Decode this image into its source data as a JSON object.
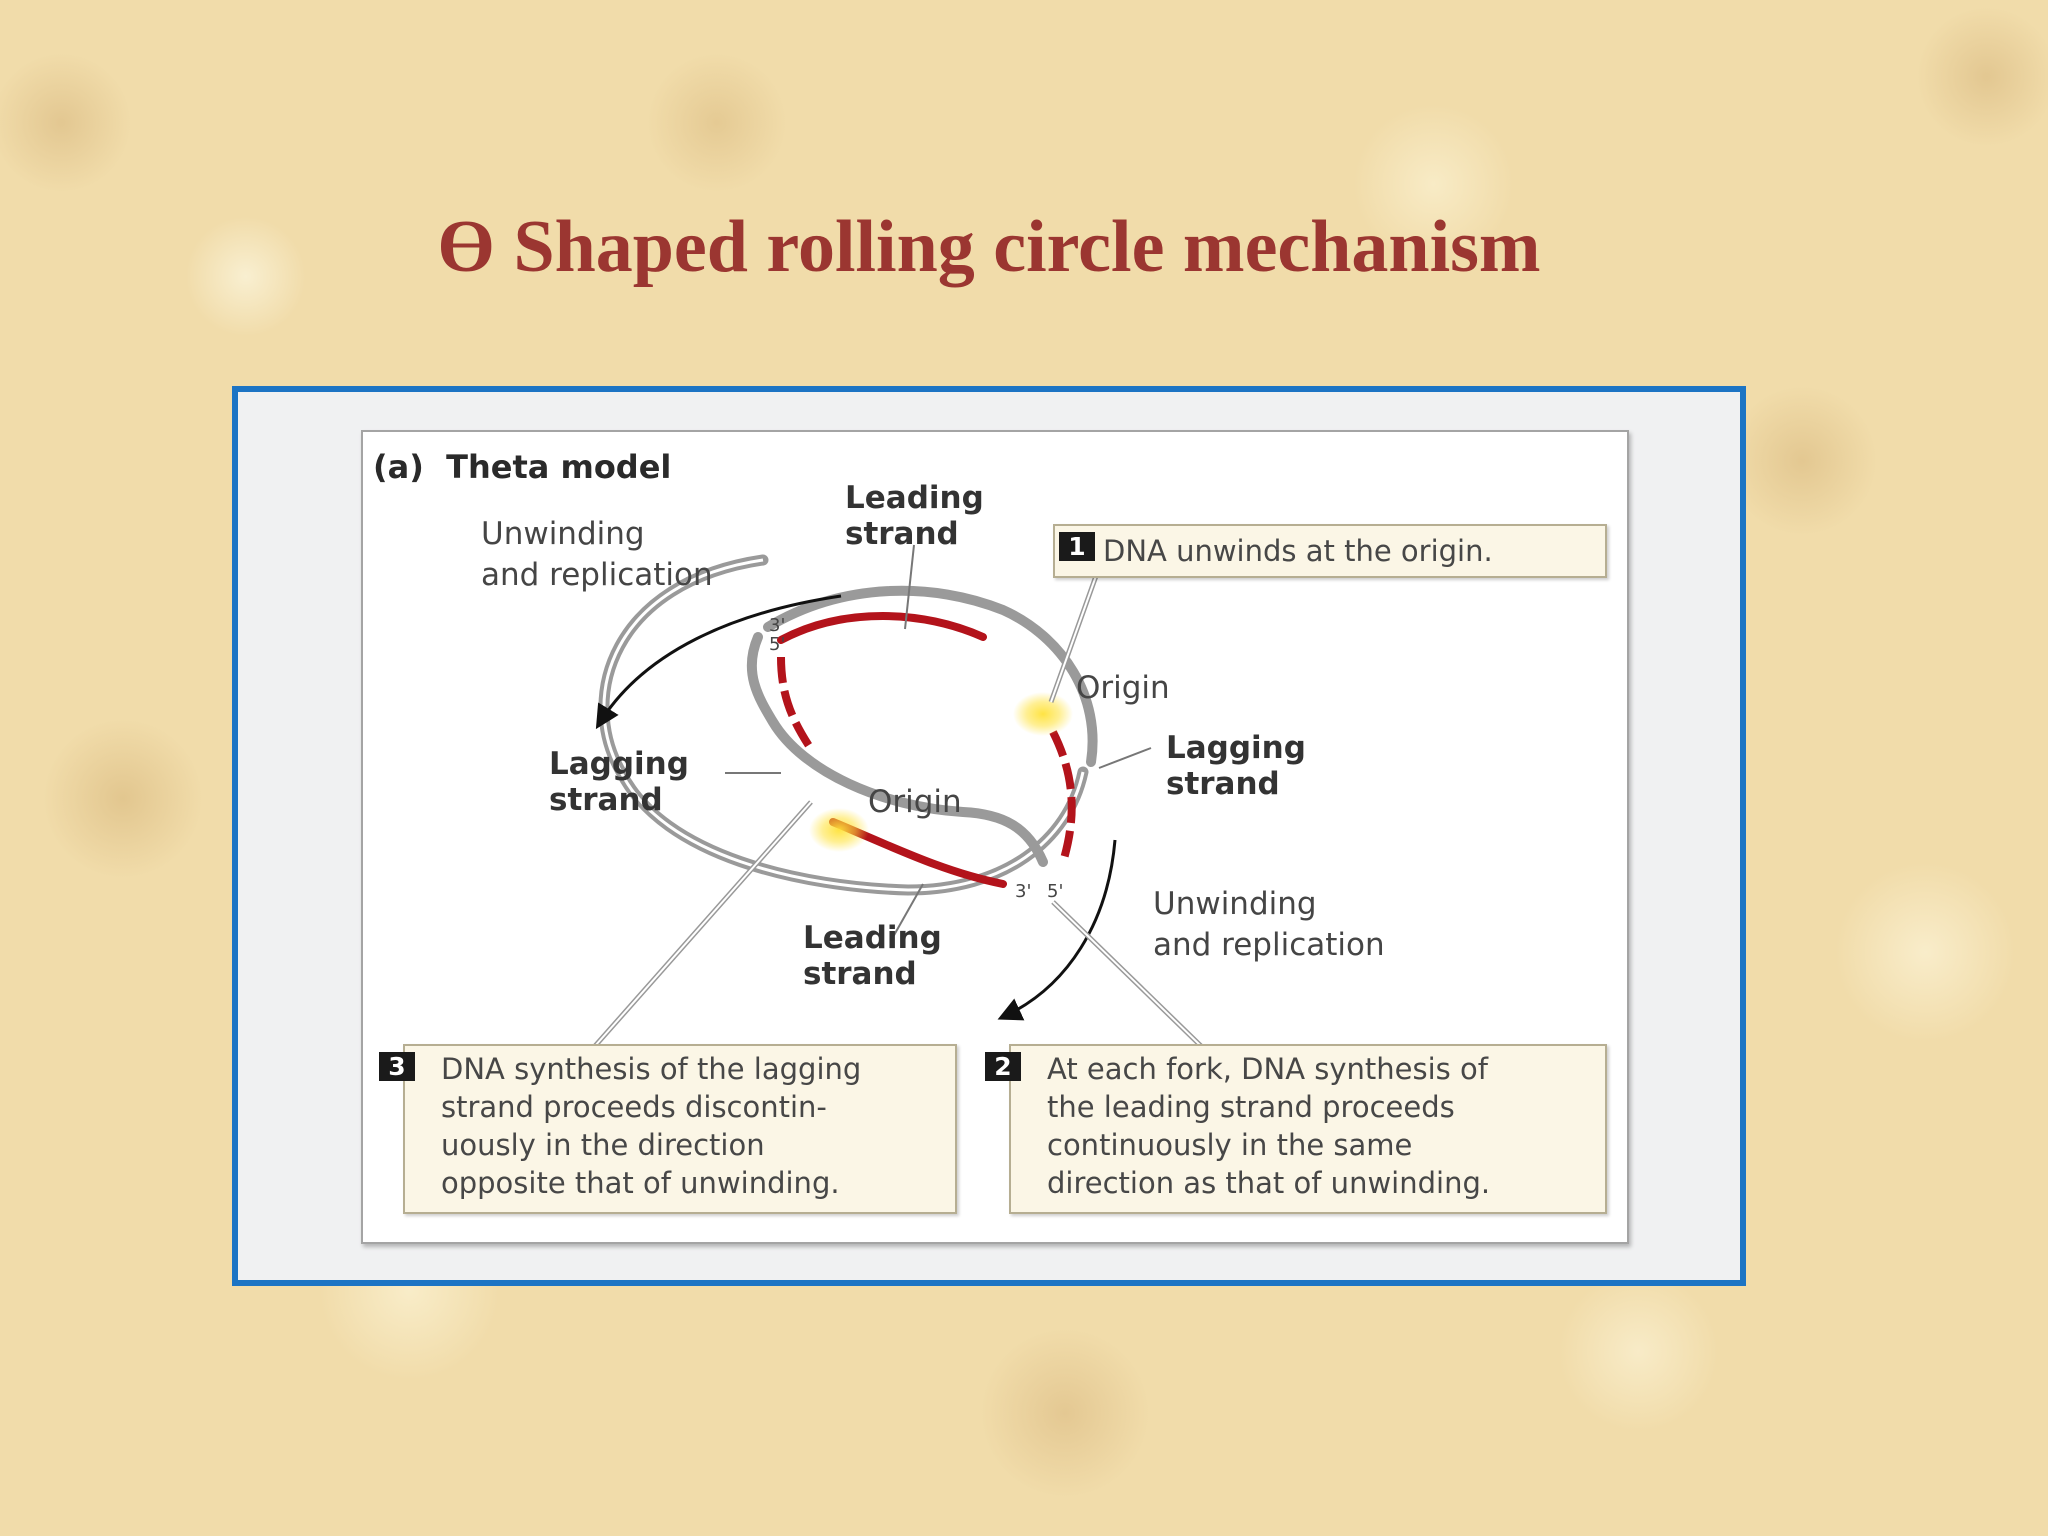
{
  "slide": {
    "title": "ϴ Shaped rolling circle mechanism"
  },
  "figure": {
    "panel_label": "(a)",
    "panel_title": "Theta model",
    "labels": {
      "unwinding_top": "Unwinding\nand replication",
      "leading_top": "Leading\nstrand",
      "origin_right": "Origin",
      "lagging_right": "Lagging\nstrand",
      "lagging_left": "Lagging\nstrand",
      "origin_center": "Origin",
      "leading_bottom": "Leading\nstrand",
      "unwinding_bottom": "Unwinding\nand replication",
      "end_3_top": "3'",
      "end_5_top": "5'",
      "end_3_bottom": "3'",
      "end_5_bottom": "5'"
    },
    "steps": [
      {
        "number": "1",
        "text": "DNA unwinds at the origin."
      },
      {
        "number": "2",
        "text": "At each fork, DNA synthesis of\nthe leading strand proceeds\ncontinuously in the same\ndirection as that of unwinding."
      },
      {
        "number": "3",
        "text": "DNA synthesis of the lagging\nstrand proceeds discontin-\nuously in the direction\nopposite that of unwinding."
      }
    ],
    "colors": {
      "parental_strand": "#9a9a9a",
      "new_strand": "#b3131b",
      "origin_highlight": "#ffe23a",
      "frame_border": "#1c74c4",
      "title": "#9b3631"
    }
  }
}
